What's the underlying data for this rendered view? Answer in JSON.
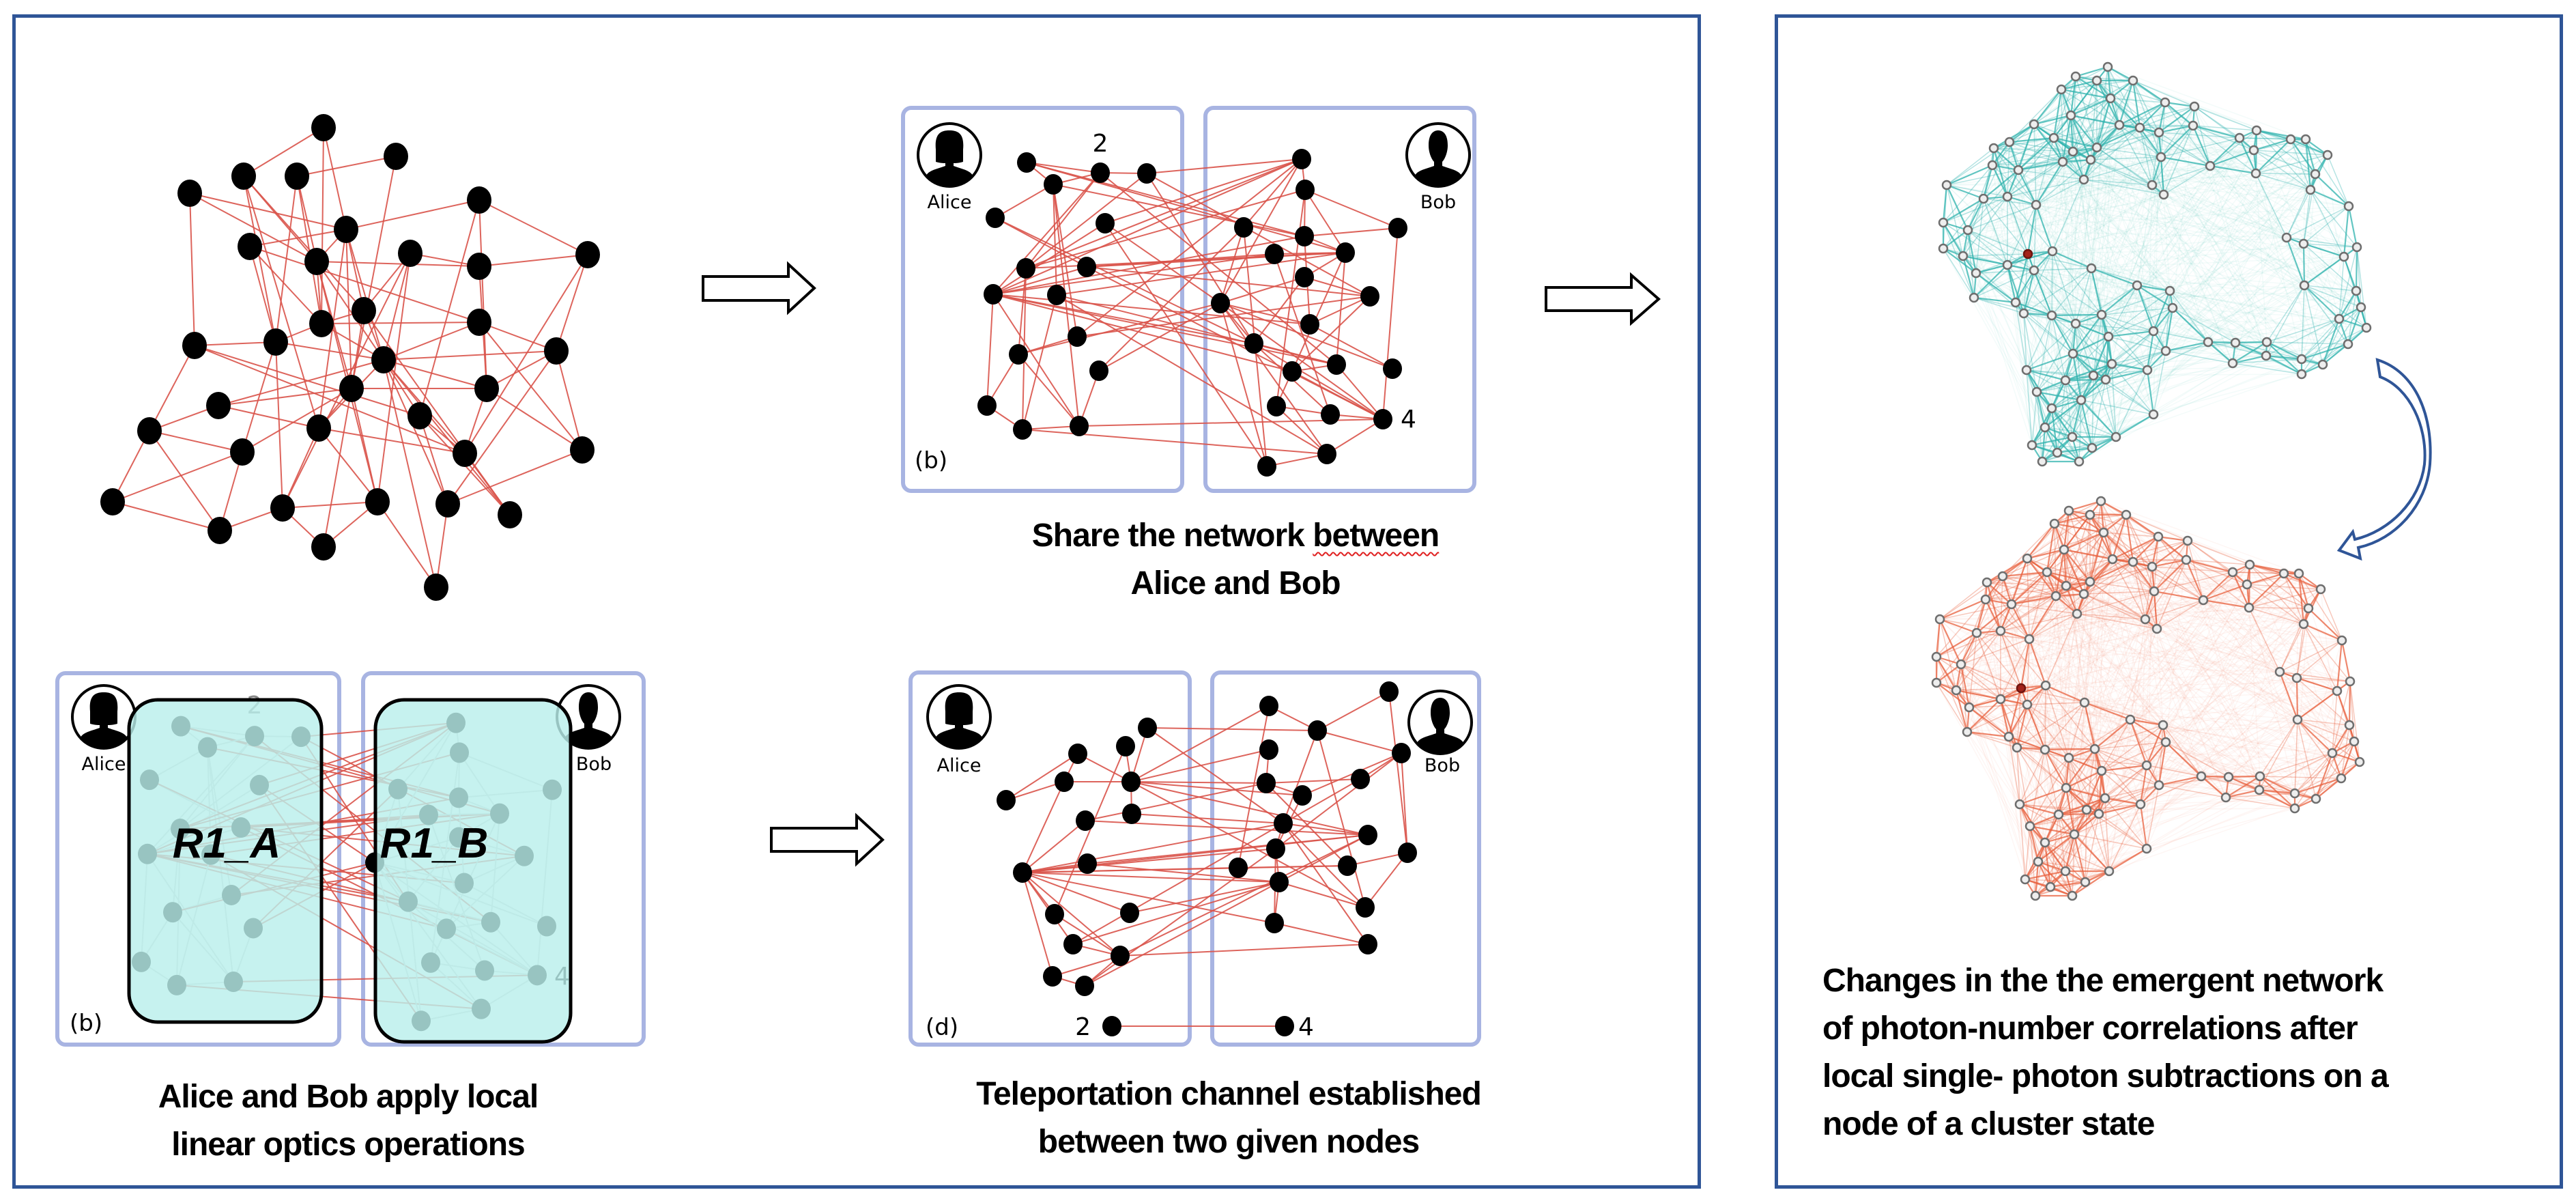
{
  "figure": {
    "colors": {
      "frame": "#2f5597",
      "party_box": "#a8b4e2",
      "node": "#000000",
      "edge": "#d9534a",
      "region_fill": "#bff0ec",
      "correlation_before": "#2fb3ae",
      "correlation_after": "#e8603e",
      "subtracted_node": "#a3231b"
    },
    "panels": {
      "initial_network": {
        "node_count": 36,
        "edges": [
          [
            0,
            2
          ],
          [
            0,
            6
          ],
          [
            0,
            13
          ],
          [
            1,
            3
          ],
          [
            1,
            19
          ],
          [
            3,
            8
          ],
          [
            3,
            13
          ],
          [
            3,
            16
          ],
          [
            2,
            8
          ],
          [
            2,
            12
          ],
          [
            2,
            16
          ],
          [
            2,
            24
          ],
          [
            4,
            6
          ],
          [
            4,
            8
          ],
          [
            4,
            15
          ],
          [
            5,
            6
          ],
          [
            5,
            11
          ],
          [
            5,
            22
          ],
          [
            6,
            7
          ],
          [
            6,
            8
          ],
          [
            6,
            12
          ],
          [
            6,
            17
          ],
          [
            6,
            19
          ],
          [
            6,
            24
          ],
          [
            7,
            13
          ],
          [
            7,
            14
          ],
          [
            7,
            16
          ],
          [
            8,
            10
          ],
          [
            8,
            17
          ],
          [
            8,
            19
          ],
          [
            8,
            13
          ],
          [
            8,
            30
          ],
          [
            9,
            10
          ],
          [
            9,
            12
          ],
          [
            9,
            17
          ],
          [
            9,
            30
          ],
          [
            9,
            29
          ],
          [
            10,
            11
          ],
          [
            10,
            20
          ],
          [
            11,
            18
          ],
          [
            11,
            26
          ],
          [
            12,
            13
          ],
          [
            12,
            17
          ],
          [
            12,
            19
          ],
          [
            12,
            32
          ],
          [
            13,
            16
          ],
          [
            13,
            14
          ],
          [
            13,
            17
          ],
          [
            14,
            17
          ],
          [
            14,
            18
          ],
          [
            14,
            27
          ],
          [
            15,
            16
          ],
          [
            15,
            23
          ],
          [
            15,
            26
          ],
          [
            15,
            22
          ],
          [
            16,
            17
          ],
          [
            16,
            25
          ],
          [
            16,
            29
          ],
          [
            17,
            18
          ],
          [
            17,
            20
          ],
          [
            17,
            21
          ],
          [
            17,
            24
          ],
          [
            17,
            22
          ],
          [
            17,
            26
          ],
          [
            17,
            31
          ],
          [
            17,
            32
          ],
          [
            17,
            35
          ],
          [
            18,
            20
          ],
          [
            18,
            31
          ],
          [
            19,
            20
          ],
          [
            19,
            24
          ],
          [
            19,
            21
          ],
          [
            19,
            25
          ],
          [
            19,
            30
          ],
          [
            19,
            34
          ],
          [
            20,
            27
          ],
          [
            20,
            26
          ],
          [
            21,
            23
          ],
          [
            21,
            24
          ],
          [
            22,
            26
          ],
          [
            22,
            31
          ],
          [
            22,
            32
          ],
          [
            23,
            25
          ],
          [
            23,
            28
          ],
          [
            23,
            33
          ],
          [
            24,
            26
          ],
          [
            24,
            29
          ],
          [
            24,
            30
          ],
          [
            25,
            28
          ],
          [
            25,
            33
          ],
          [
            26,
            32
          ],
          [
            27,
            31
          ],
          [
            28,
            33
          ],
          [
            29,
            33
          ],
          [
            29,
            30
          ],
          [
            29,
            34
          ],
          [
            30,
            34
          ],
          [
            30,
            35
          ],
          [
            31,
            35
          ],
          [
            18,
            27
          ],
          [
            5,
            20
          ]
        ]
      },
      "shared_network": {
        "panel_label": "(b)",
        "party_a": "Alice",
        "party_b": "Bob",
        "node_count": 36,
        "labeled_nodes": [
          {
            "index": 1,
            "label": "2"
          },
          {
            "index": 33,
            "label": "4"
          }
        ],
        "edges": [
          [
            0,
            1
          ],
          [
            0,
            3
          ],
          [
            0,
            19
          ],
          [
            0,
            22
          ],
          [
            1,
            2
          ],
          [
            1,
            3
          ],
          [
            1,
            6
          ],
          [
            1,
            8
          ],
          [
            1,
            28
          ],
          [
            2,
            16
          ],
          [
            2,
            6
          ],
          [
            2,
            24
          ],
          [
            2,
            27
          ],
          [
            3,
            4
          ],
          [
            3,
            9
          ],
          [
            3,
            10
          ],
          [
            3,
            15
          ],
          [
            3,
            19
          ],
          [
            4,
            7
          ],
          [
            4,
            27
          ],
          [
            5,
            16
          ],
          [
            5,
            8
          ],
          [
            5,
            25
          ],
          [
            5,
            35
          ],
          [
            6,
            16
          ],
          [
            6,
            17
          ],
          [
            6,
            22
          ],
          [
            6,
            14
          ],
          [
            6,
            11
          ],
          [
            7,
            22
          ],
          [
            7,
            24
          ],
          [
            7,
            8
          ],
          [
            7,
            21
          ],
          [
            7,
            33
          ],
          [
            8,
            16
          ],
          [
            8,
            19
          ],
          [
            8,
            21
          ],
          [
            8,
            27
          ],
          [
            8,
            29
          ],
          [
            8,
            28
          ],
          [
            8,
            13
          ],
          [
            8,
            15
          ],
          [
            8,
            26
          ],
          [
            9,
            22
          ],
          [
            9,
            28
          ],
          [
            9,
            34
          ],
          [
            9,
            14
          ],
          [
            10,
            16
          ],
          [
            10,
            24
          ],
          [
            10,
            11
          ],
          [
            11,
            13
          ],
          [
            11,
            15
          ],
          [
            11,
            25
          ],
          [
            12,
            25
          ],
          [
            12,
            15
          ],
          [
            12,
            18
          ],
          [
            13,
            14
          ],
          [
            14,
            15
          ],
          [
            14,
            34
          ],
          [
            15,
            33
          ],
          [
            16,
            17
          ],
          [
            16,
            25
          ],
          [
            16,
            18
          ],
          [
            17,
            20
          ],
          [
            17,
            22
          ],
          [
            17,
            19
          ],
          [
            17,
            31
          ],
          [
            18,
            25
          ],
          [
            18,
            35
          ],
          [
            19,
            22
          ],
          [
            19,
            26
          ],
          [
            20,
            19
          ],
          [
            20,
            33
          ],
          [
            21,
            22
          ],
          [
            21,
            32
          ],
          [
            22,
            28
          ],
          [
            22,
            23
          ],
          [
            22,
            29
          ],
          [
            23,
            24
          ],
          [
            23,
            25
          ],
          [
            23,
            27
          ],
          [
            24,
            26
          ],
          [
            24,
            29
          ],
          [
            25,
            26
          ],
          [
            25,
            27
          ],
          [
            25,
            34
          ],
          [
            25,
            30
          ],
          [
            25,
            33
          ],
          [
            26,
            30
          ],
          [
            27,
            28
          ],
          [
            27,
            32
          ],
          [
            27,
            33
          ],
          [
            28,
            29
          ],
          [
            28,
            33
          ],
          [
            29,
            31
          ],
          [
            29,
            33
          ],
          [
            31,
            32
          ],
          [
            31,
            34
          ],
          [
            32,
            33
          ],
          [
            33,
            34
          ],
          [
            34,
            35
          ],
          [
            35,
            25
          ]
        ],
        "caption_lines": [
          "Share the network between",
          "Alice and Bob"
        ],
        "caption_flagged_word": "between"
      },
      "local_operations": {
        "panel_label": "(b)",
        "party_a": "Alice",
        "party_b": "Bob",
        "labeled_nodes": [
          {
            "index": 1,
            "label": "2"
          },
          {
            "index": 33,
            "label": "4"
          }
        ],
        "region_a": "R1_A",
        "region_b": "R1_B",
        "caption_lines": [
          "Alice and Bob apply local",
          "linear optics operations"
        ]
      },
      "teleportation": {
        "panel_label": "(d)",
        "party_a": "Alice",
        "party_b": "Bob",
        "node_count": 36,
        "labeled_nodes": [
          {
            "index": 34,
            "label": "2"
          },
          {
            "index": 35,
            "label": "4"
          }
        ],
        "edges": [
          [
            0,
            18
          ],
          [
            0,
            4
          ],
          [
            0,
            24
          ],
          [
            1,
            4
          ],
          [
            1,
            10
          ],
          [
            2,
            3
          ],
          [
            2,
            5
          ],
          [
            2,
            4
          ],
          [
            3,
            4
          ],
          [
            3,
            5
          ],
          [
            3,
            9
          ],
          [
            4,
            7
          ],
          [
            4,
            16
          ],
          [
            4,
            19
          ],
          [
            4,
            21
          ],
          [
            4,
            23
          ],
          [
            4,
            25
          ],
          [
            4,
            31
          ],
          [
            6,
            9
          ],
          [
            6,
            21
          ],
          [
            7,
            24
          ],
          [
            8,
            9
          ],
          [
            8,
            25
          ],
          [
            8,
            30
          ],
          [
            9,
            10
          ],
          [
            9,
            11
          ],
          [
            9,
            12
          ],
          [
            9,
            13
          ],
          [
            9,
            14
          ],
          [
            9,
            24
          ],
          [
            9,
            25
          ],
          [
            9,
            26
          ],
          [
            9,
            27
          ],
          [
            9,
            28
          ],
          [
            9,
            30
          ],
          [
            9,
            32
          ],
          [
            11,
            30
          ],
          [
            12,
            30
          ],
          [
            12,
            24
          ],
          [
            13,
            15
          ],
          [
            13,
            14
          ],
          [
            13,
            25
          ],
          [
            13,
            33
          ],
          [
            15,
            26
          ],
          [
            15,
            30
          ],
          [
            16,
            18
          ],
          [
            16,
            27
          ],
          [
            17,
            18
          ],
          [
            17,
            29
          ],
          [
            18,
            20
          ],
          [
            18,
            24
          ],
          [
            18,
            31
          ],
          [
            19,
            21
          ],
          [
            21,
            22
          ],
          [
            21,
            23
          ],
          [
            21,
            28
          ],
          [
            22,
            24
          ],
          [
            22,
            20
          ],
          [
            23,
            26
          ],
          [
            23,
            20
          ],
          [
            24,
            26
          ],
          [
            24,
            25
          ],
          [
            24,
            31
          ],
          [
            24,
            33
          ],
          [
            26,
            32
          ],
          [
            26,
            30
          ],
          [
            26,
            20
          ],
          [
            27,
            28
          ],
          [
            28,
            29
          ],
          [
            29,
            31
          ],
          [
            29,
            20
          ],
          [
            30,
            31
          ],
          [
            30,
            32
          ],
          [
            30,
            25
          ],
          [
            32,
            33
          ],
          [
            34,
            35
          ],
          [
            10,
            13
          ],
          [
            12,
            13
          ],
          [
            14,
            15
          ],
          [
            6,
            25
          ]
        ],
        "channel": {
          "from": "2",
          "to": "4"
        },
        "caption_lines": [
          "Teleportation channel established",
          "between two given nodes"
        ]
      },
      "correlation_networks": {
        "node_count": 101,
        "subtracted_node_index": 50,
        "states": [
          "before subtraction",
          "after subtraction"
        ],
        "caption_lines": [
          "Changes in the the emergent network",
          "of photon-number correlations after",
          "local single- photon subtractions on a",
          "node of a cluster state"
        ]
      }
    },
    "arrows": [
      "initial-to-shared",
      "shared-to-correlations",
      "operations-to-teleportation",
      "before-to-after-correlations"
    ]
  }
}
